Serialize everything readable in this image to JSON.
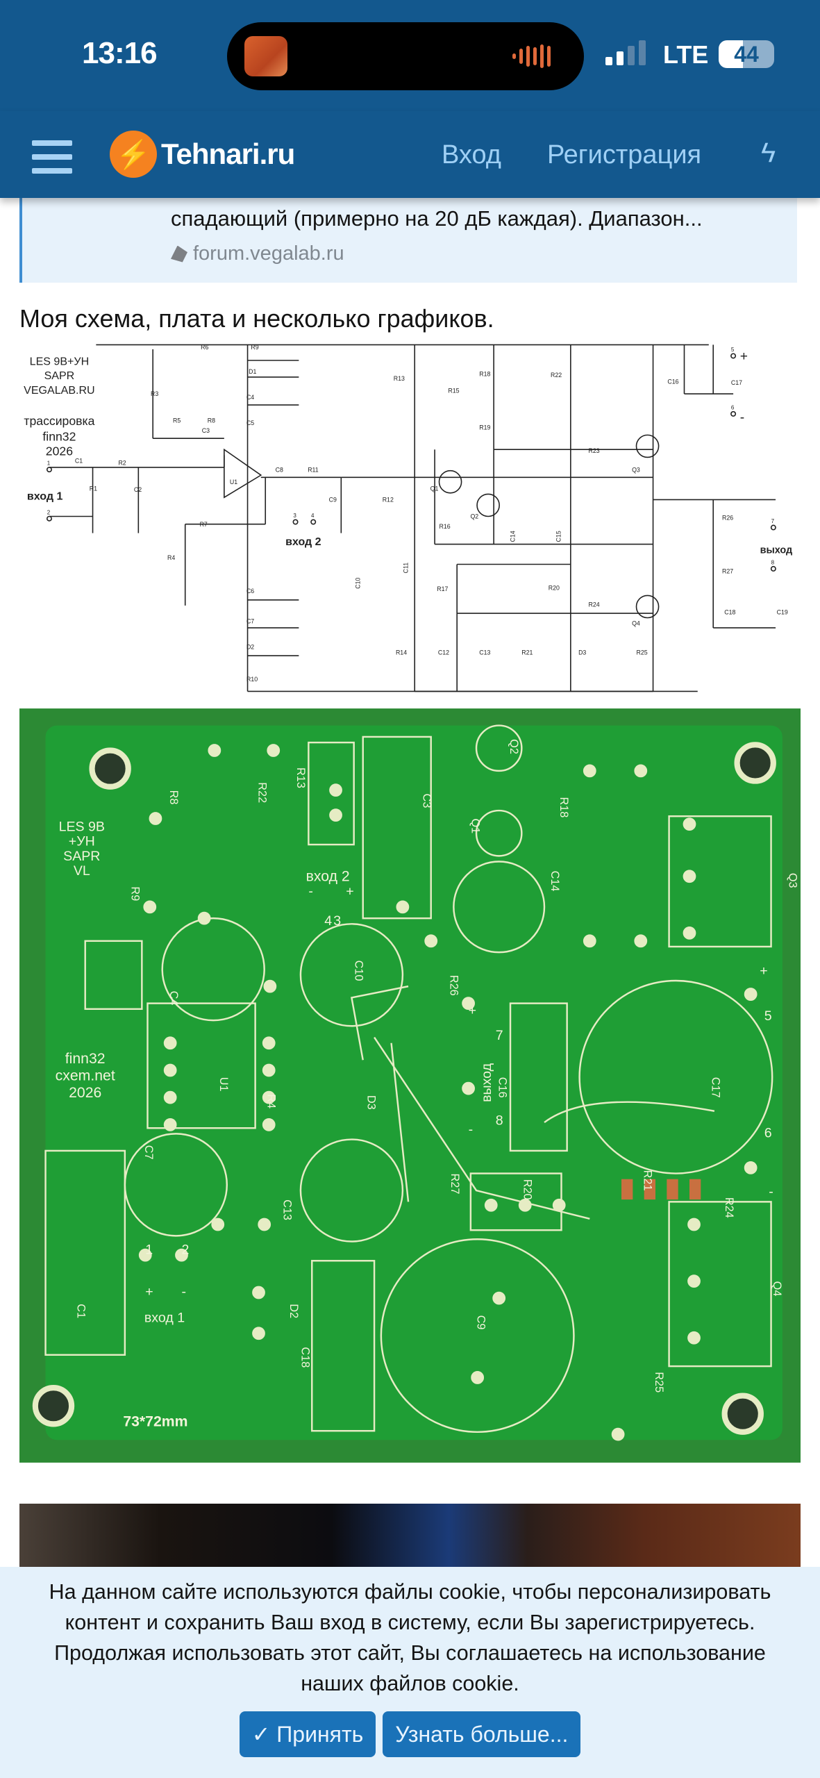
{
  "status_bar": {
    "time": "13:16",
    "network": "LTE",
    "battery": "44"
  },
  "header": {
    "logo_icon": "lightning-gear-icon",
    "logo": "Tehnari.ru",
    "login": "Вход",
    "register": "Регистрация",
    "whats_new_icon": "lightning-icon"
  },
  "quote": {
    "text": "спадающий (примерно на 20 дБ каждая). Диапазон...",
    "source": "forum.vegalab.ru"
  },
  "post": {
    "heading": "Моя схема, плата и несколько графиков."
  },
  "schematic": {
    "title_lines": [
      "LES 9B+УН",
      "SAPR",
      "VEGALAB.RU",
      "трассировка",
      "finn32",
      "2026"
    ],
    "input1": "вход 1",
    "input2": "вход 2",
    "output": "выход",
    "plus": "+",
    "minus": "-",
    "components": [
      "R1",
      "R2",
      "R3",
      "R4",
      "R5",
      "R6",
      "R7",
      "R8",
      "R9",
      "R10",
      "R11",
      "R12",
      "R13",
      "R14",
      "R15",
      "R16",
      "R17",
      "R18",
      "R19",
      "R20",
      "R21",
      "R22",
      "R23",
      "R24",
      "R25",
      "R26",
      "R27",
      "C1",
      "C2",
      "C3",
      "C4",
      "C5",
      "C6",
      "C7",
      "C8",
      "C9",
      "C10",
      "C11",
      "C12",
      "C13",
      "C14",
      "C15",
      "C16",
      "C17",
      "C18",
      "C19",
      "D1",
      "D2",
      "D3",
      "U1",
      "Q1",
      "Q2",
      "Q3",
      "Q4"
    ],
    "terminals": [
      "1",
      "2",
      "3",
      "4",
      "5",
      "6",
      "7",
      "8"
    ]
  },
  "pcb": {
    "title_lines": [
      "LES 9B",
      "+УН",
      "SAPR",
      "VL"
    ],
    "credit_lines": [
      "finn32",
      "cxem.net",
      "2026"
    ],
    "input1": "вход 1",
    "input2": "вход 2",
    "output": "выход",
    "size": "73*72mm",
    "refs": [
      "C9",
      "C17",
      "C10",
      "C13",
      "C4",
      "C7",
      "C14",
      "C16",
      "C18",
      "C3",
      "C1",
      "R20",
      "R21",
      "R24",
      "R25",
      "R26",
      "R27",
      "D2",
      "D3",
      "U1",
      "R4",
      "Q1",
      "Q2",
      "Q3",
      "Q4",
      "R22",
      "R13",
      "R8",
      "R9",
      "R18"
    ]
  },
  "cookie": {
    "lines": [
      "На данном сайте используются файлы cookie, чтобы персонализировать",
      "контент и сохранить Ваш вход в систему, если Вы зарегистрируетесь.",
      "Продолжая использовать этот сайт, Вы соглашаетесь на использование",
      "наших файлов cookie."
    ],
    "accept": "Принять",
    "learn_more": "Узнать больше..."
  }
}
